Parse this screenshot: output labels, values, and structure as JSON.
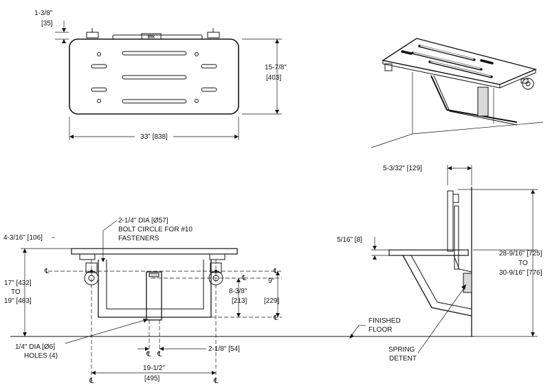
{
  "top_view": {
    "flange_offset": "1-3/8\"",
    "flange_offset_mm": "[35]",
    "depth": "15-7/8\"",
    "depth_mm": "[403]",
    "width": "33\" [838]"
  },
  "side_view": {
    "wall_offset": "5-3/32\" [129]",
    "seat_thickness": "5/16\" [8]",
    "height_line1": "28-9/16\" [725]",
    "height_line2": "TO",
    "height_line3": "30-9/16\"  [776]",
    "floor_line1": "FINISHED",
    "floor_line2": "FLOOR",
    "detent_line1": "SPRING",
    "detent_line2": "DETENT"
  },
  "front_view": {
    "seat_offset": "4-3/16\" [106]",
    "bolt_line1": "2-1/4\" DIA [Ø57]",
    "bolt_line2": "BOLT CIRCLE FOR #10",
    "bolt_line3": "FASTENERS",
    "mount_line1": "17\" [432]",
    "mount_line2": "TO",
    "mount_line3": "19\" [483]",
    "vert_spacing": "8-3/8\"",
    "vert_spacing_mm": "[213]",
    "overall_spacing": "9\"",
    "overall_spacing_mm": "[229]",
    "holes_line1": "1/4\" DIA [Ø6]",
    "holes_line2": "HOLES (4)",
    "hole_spacing": "2-1/8\" [54]",
    "bolt_spacing": "19-1/2\"",
    "bolt_spacing_mm": "[495]",
    "centerline_symbol": "℄"
  },
  "logo_text": "BRK"
}
